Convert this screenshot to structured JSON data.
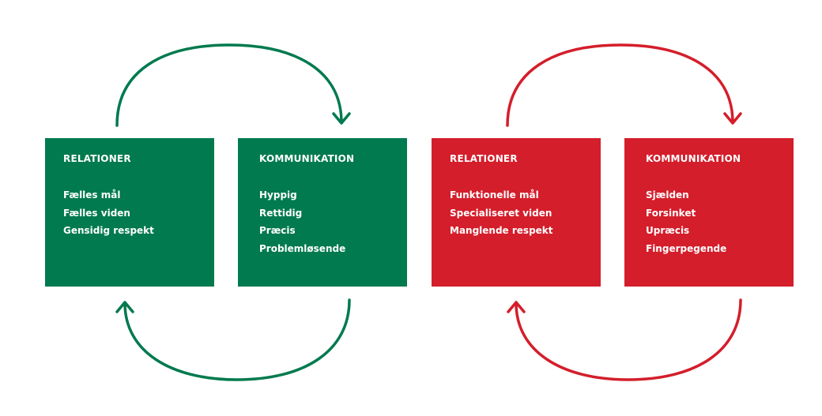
{
  "colors": {
    "positive": "#007A4E",
    "negative": "#D41E2B",
    "text": "#FFFFFF",
    "background": "#FFFFFF"
  },
  "positive_cycle": {
    "relationer": {
      "title": "RELATIONER",
      "items": [
        "Fælles mål",
        "Fælles viden",
        "Gensidig respekt"
      ]
    },
    "kommunikation": {
      "title": "KOMMUNIKATION",
      "items": [
        "Hyppig",
        "Rettidig",
        "Præcis",
        "Problemløsende"
      ]
    }
  },
  "negative_cycle": {
    "relationer": {
      "title": "RELATIONER",
      "items": [
        "Funktionelle mål",
        "Specialiseret viden",
        "Manglende respekt"
      ]
    },
    "kommunikation": {
      "title": "KOMMUNIKATION",
      "items": [
        "Sjælden",
        "Forsinket",
        "Upræcis",
        "Fingerpegende"
      ]
    }
  }
}
